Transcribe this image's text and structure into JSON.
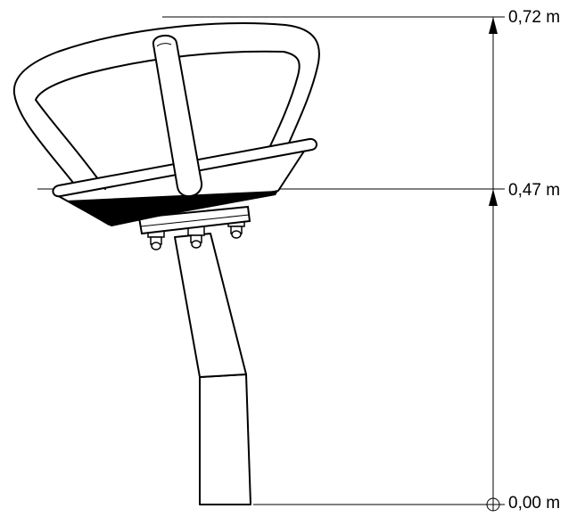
{
  "dimensions": {
    "top_label": "0,72 m",
    "middle_label": "0,47 m",
    "bottom_label": "0,00 m"
  },
  "colors": {
    "line": "#000000",
    "background": "#ffffff"
  }
}
